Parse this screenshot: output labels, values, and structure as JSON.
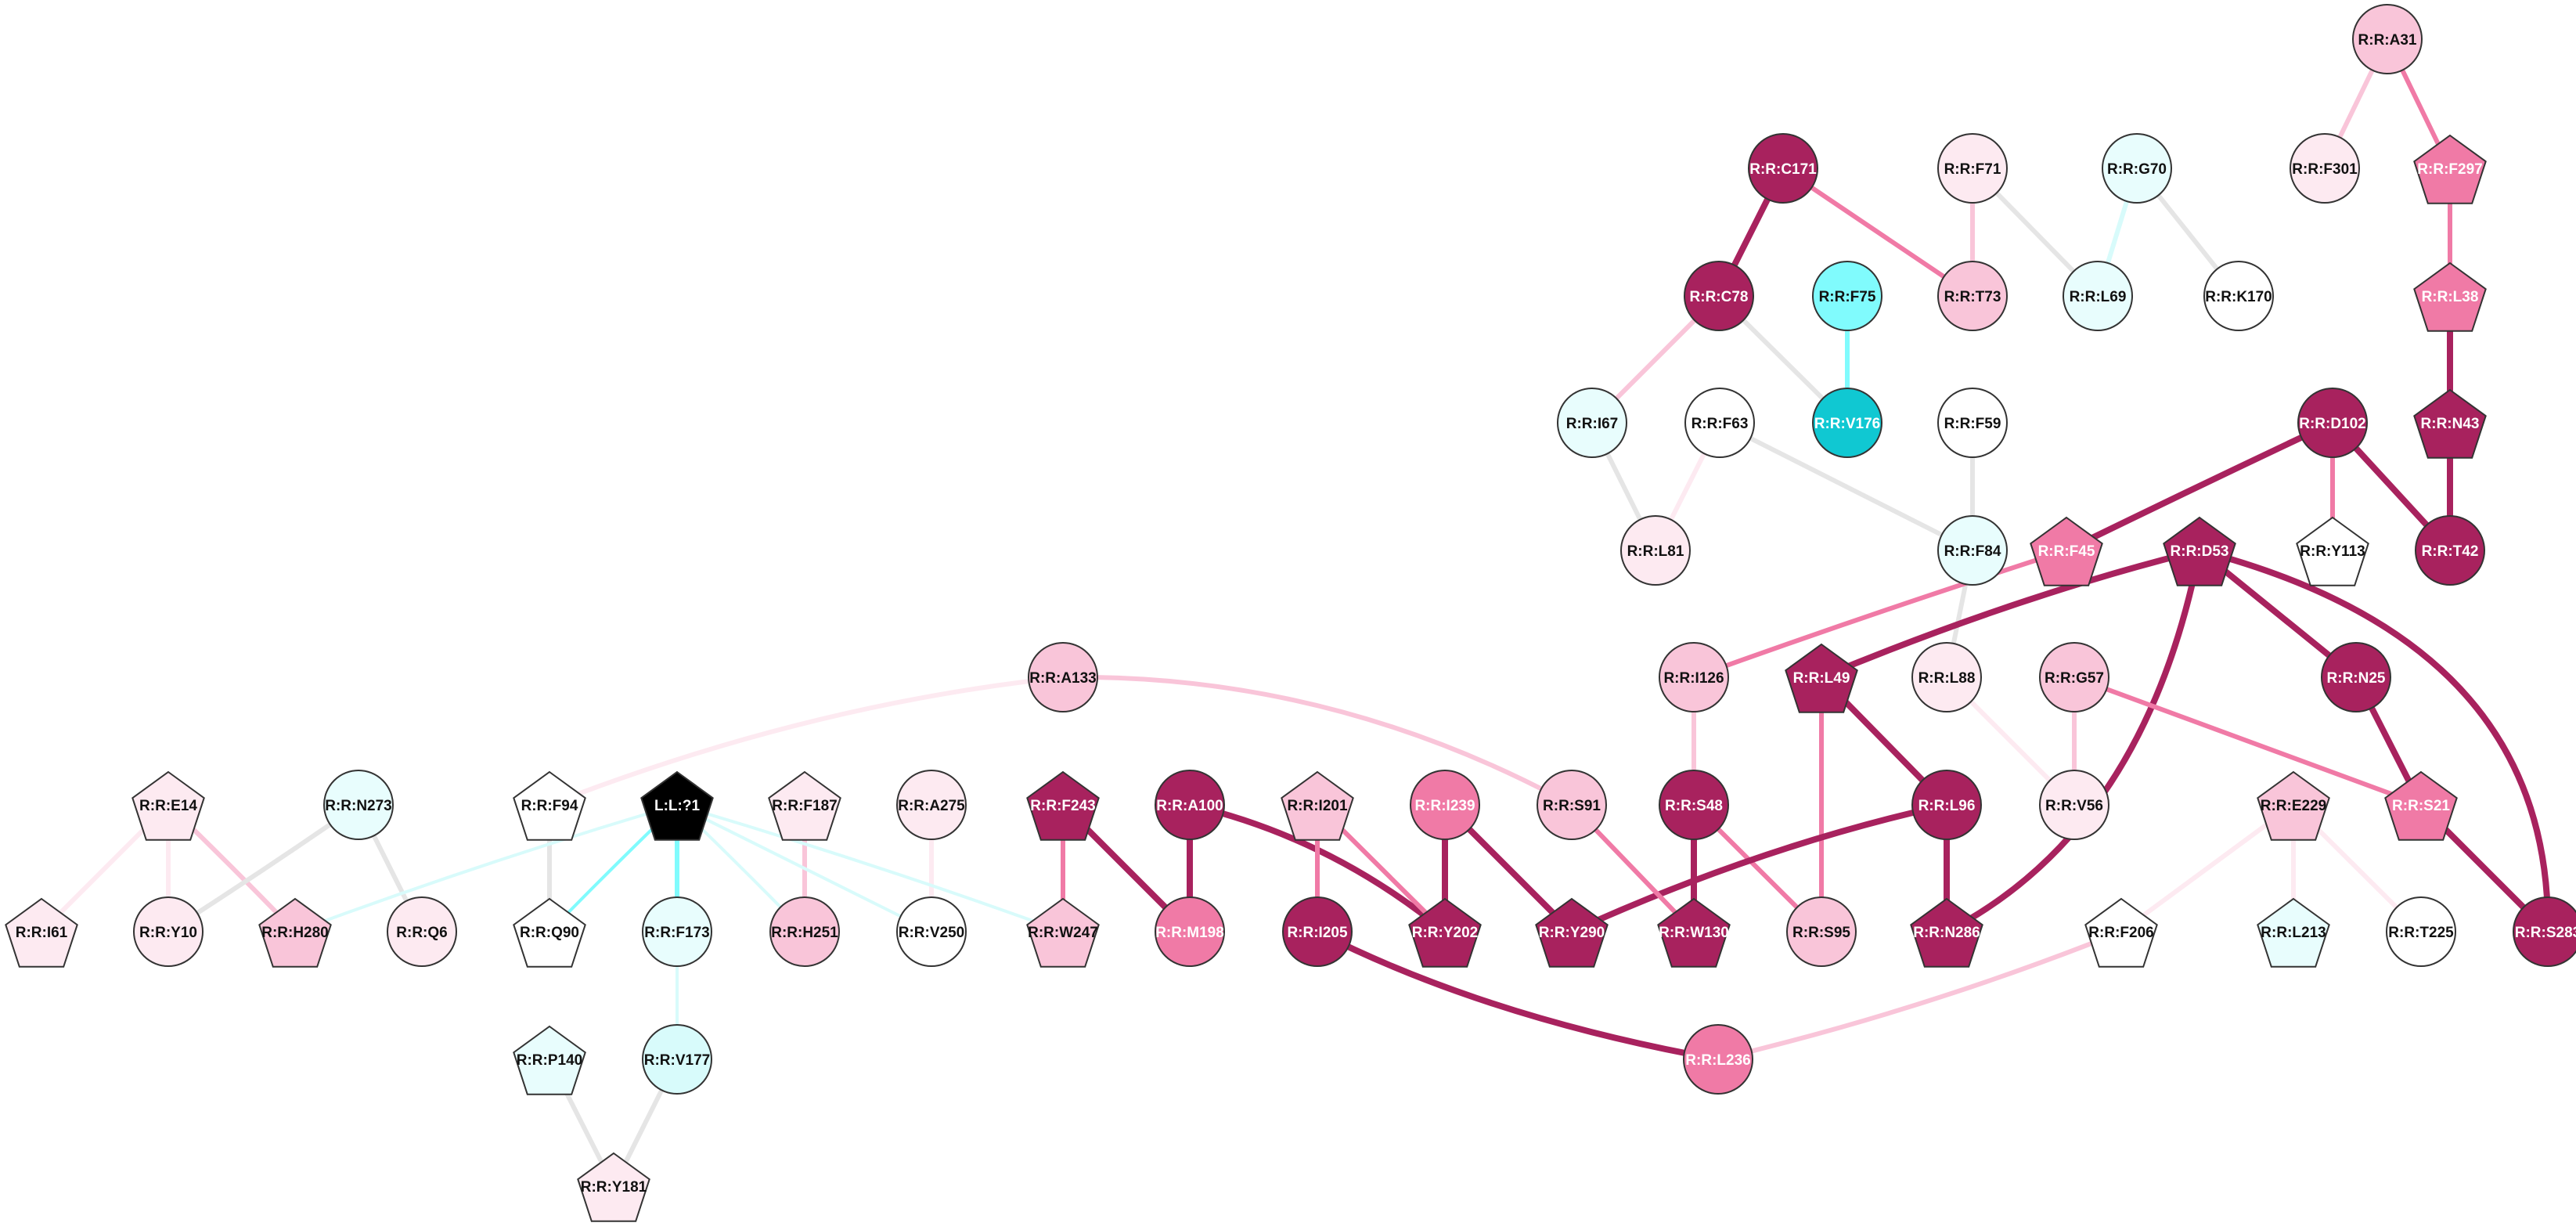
{
  "colors": {
    "dark_magenta": "#a8225e",
    "mid_pink": "#f07aa6",
    "light_pink": "#f9c5d9",
    "pale_pink": "#fdeaf1",
    "white": "#ffffff",
    "pale_cyan": "#e8fdfd",
    "light_cyan": "#d8fbfb",
    "cyan": "#80fbfd",
    "teal": "#10c8d2",
    "ligand": "#000000",
    "edge_gray": "#e5e5e5"
  },
  "nodes": [
    {
      "id": "A31",
      "label": "R:R:A31",
      "shape": "circle",
      "fill": "light_pink"
    },
    {
      "id": "F301",
      "label": "R:R:F301",
      "shape": "circle",
      "fill": "pale_pink"
    },
    {
      "id": "F297",
      "label": "R:R:F297",
      "shape": "pentagon",
      "fill": "mid_pink"
    },
    {
      "id": "L38",
      "label": "R:R:L38",
      "shape": "pentagon",
      "fill": "mid_pink"
    },
    {
      "id": "N43",
      "label": "R:R:N43",
      "shape": "pentagon",
      "fill": "dark_magenta"
    },
    {
      "id": "T42",
      "label": "R:R:T42",
      "shape": "circle",
      "fill": "dark_magenta"
    },
    {
      "id": "D102",
      "label": "R:R:D102",
      "shape": "circle",
      "fill": "dark_magenta"
    },
    {
      "id": "Y113",
      "label": "R:R:Y113",
      "shape": "pentagon",
      "fill": "white"
    },
    {
      "id": "C171",
      "label": "R:R:C171",
      "shape": "circle",
      "fill": "dark_magenta"
    },
    {
      "id": "F71",
      "label": "R:R:F71",
      "shape": "circle",
      "fill": "pale_pink"
    },
    {
      "id": "G70",
      "label": "R:R:G70",
      "shape": "circle",
      "fill": "pale_cyan"
    },
    {
      "id": "C78",
      "label": "R:R:C78",
      "shape": "circle",
      "fill": "dark_magenta"
    },
    {
      "id": "F75",
      "label": "R:R:F75",
      "shape": "circle",
      "fill": "cyan"
    },
    {
      "id": "T73",
      "label": "R:R:T73",
      "shape": "circle",
      "fill": "light_pink"
    },
    {
      "id": "L69",
      "label": "R:R:L69",
      "shape": "circle",
      "fill": "pale_cyan"
    },
    {
      "id": "K170",
      "label": "R:R:K170",
      "shape": "circle",
      "fill": "white"
    },
    {
      "id": "I67",
      "label": "R:R:I67",
      "shape": "circle",
      "fill": "pale_cyan"
    },
    {
      "id": "F63",
      "label": "R:R:F63",
      "shape": "circle",
      "fill": "white"
    },
    {
      "id": "V176",
      "label": "R:R:V176",
      "shape": "circle",
      "fill": "teal"
    },
    {
      "id": "F59",
      "label": "R:R:F59",
      "shape": "circle",
      "fill": "white"
    },
    {
      "id": "L81",
      "label": "R:R:L81",
      "shape": "circle",
      "fill": "pale_pink"
    },
    {
      "id": "F84",
      "label": "R:R:F84",
      "shape": "circle",
      "fill": "pale_cyan"
    },
    {
      "id": "F45",
      "label": "R:R:F45",
      "shape": "pentagon",
      "fill": "mid_pink"
    },
    {
      "id": "D53",
      "label": "R:R:D53",
      "shape": "pentagon",
      "fill": "dark_magenta"
    },
    {
      "id": "A133",
      "label": "R:R:A133",
      "shape": "circle",
      "fill": "light_pink"
    },
    {
      "id": "I126",
      "label": "R:R:I126",
      "shape": "circle",
      "fill": "light_pink"
    },
    {
      "id": "L49",
      "label": "R:R:L49",
      "shape": "pentagon",
      "fill": "dark_magenta"
    },
    {
      "id": "L88",
      "label": "R:R:L88",
      "shape": "circle",
      "fill": "pale_pink"
    },
    {
      "id": "G57",
      "label": "R:R:G57",
      "shape": "circle",
      "fill": "light_pink"
    },
    {
      "id": "N25",
      "label": "R:R:N25",
      "shape": "circle",
      "fill": "dark_magenta"
    },
    {
      "id": "E14",
      "label": "R:R:E14",
      "shape": "pentagon",
      "fill": "pale_pink"
    },
    {
      "id": "N273",
      "label": "R:R:N273",
      "shape": "circle",
      "fill": "pale_cyan"
    },
    {
      "id": "F94",
      "label": "R:R:F94",
      "shape": "pentagon",
      "fill": "white"
    },
    {
      "id": "LIG",
      "label": "L:L:?1",
      "shape": "pentagon",
      "fill": "ligand"
    },
    {
      "id": "F187",
      "label": "R:R:F187",
      "shape": "pentagon",
      "fill": "pale_pink"
    },
    {
      "id": "A275",
      "label": "R:R:A275",
      "shape": "circle",
      "fill": "pale_pink"
    },
    {
      "id": "F243",
      "label": "R:R:F243",
      "shape": "pentagon",
      "fill": "dark_magenta"
    },
    {
      "id": "A100",
      "label": "R:R:A100",
      "shape": "circle",
      "fill": "dark_magenta"
    },
    {
      "id": "I201",
      "label": "R:R:I201",
      "shape": "pentagon",
      "fill": "light_pink"
    },
    {
      "id": "I239",
      "label": "R:R:I239",
      "shape": "circle",
      "fill": "mid_pink"
    },
    {
      "id": "S91",
      "label": "R:R:S91",
      "shape": "circle",
      "fill": "light_pink"
    },
    {
      "id": "S48",
      "label": "R:R:S48",
      "shape": "circle",
      "fill": "dark_magenta"
    },
    {
      "id": "L96",
      "label": "R:R:L96",
      "shape": "circle",
      "fill": "dark_magenta"
    },
    {
      "id": "V56",
      "label": "R:R:V56",
      "shape": "circle",
      "fill": "pale_pink"
    },
    {
      "id": "E229",
      "label": "R:R:E229",
      "shape": "pentagon",
      "fill": "light_pink"
    },
    {
      "id": "S21",
      "label": "R:R:S21",
      "shape": "pentagon",
      "fill": "mid_pink"
    },
    {
      "id": "I61",
      "label": "R:R:I61",
      "shape": "pentagon",
      "fill": "pale_pink"
    },
    {
      "id": "Y10",
      "label": "R:R:Y10",
      "shape": "circle",
      "fill": "pale_pink"
    },
    {
      "id": "H280",
      "label": "R:R:H280",
      "shape": "pentagon",
      "fill": "light_pink"
    },
    {
      "id": "Q6",
      "label": "R:R:Q6",
      "shape": "circle",
      "fill": "pale_pink"
    },
    {
      "id": "Q90",
      "label": "R:R:Q90",
      "shape": "pentagon",
      "fill": "white"
    },
    {
      "id": "F173",
      "label": "R:R:F173",
      "shape": "circle",
      "fill": "pale_cyan"
    },
    {
      "id": "H251",
      "label": "R:R:H251",
      "shape": "circle",
      "fill": "light_pink"
    },
    {
      "id": "V250",
      "label": "R:R:V250",
      "shape": "circle",
      "fill": "white"
    },
    {
      "id": "W247",
      "label": "R:R:W247",
      "shape": "pentagon",
      "fill": "light_pink"
    },
    {
      "id": "M198",
      "label": "R:R:M198",
      "shape": "circle",
      "fill": "mid_pink"
    },
    {
      "id": "I205",
      "label": "R:R:I205",
      "shape": "circle",
      "fill": "dark_magenta"
    },
    {
      "id": "Y202",
      "label": "R:R:Y202",
      "shape": "pentagon",
      "fill": "dark_magenta"
    },
    {
      "id": "Y290",
      "label": "R:R:Y290",
      "shape": "pentagon",
      "fill": "dark_magenta"
    },
    {
      "id": "W130",
      "label": "R:R:W130",
      "shape": "pentagon",
      "fill": "dark_magenta"
    },
    {
      "id": "S95",
      "label": "R:R:S95",
      "shape": "circle",
      "fill": "light_pink"
    },
    {
      "id": "N286",
      "label": "R:R:N286",
      "shape": "pentagon",
      "fill": "dark_magenta"
    },
    {
      "id": "F206",
      "label": "R:R:F206",
      "shape": "pentagon",
      "fill": "white"
    },
    {
      "id": "L213",
      "label": "R:R:L213",
      "shape": "pentagon",
      "fill": "pale_cyan"
    },
    {
      "id": "T225",
      "label": "R:R:T225",
      "shape": "circle",
      "fill": "white"
    },
    {
      "id": "S283",
      "label": "R:R:S283",
      "shape": "circle",
      "fill": "dark_magenta"
    },
    {
      "id": "P140",
      "label": "R:R:P140",
      "shape": "pentagon",
      "fill": "pale_cyan"
    },
    {
      "id": "V177",
      "label": "R:R:V177",
      "shape": "circle",
      "fill": "light_cyan"
    },
    {
      "id": "L236",
      "label": "R:R:L236",
      "shape": "circle",
      "fill": "mid_pink"
    },
    {
      "id": "Y181",
      "label": "R:R:Y181",
      "shape": "pentagon",
      "fill": "pale_pink"
    }
  ],
  "edges": [
    {
      "from": "A31",
      "to": "F301",
      "color": "light_pink",
      "weight": 2
    },
    {
      "from": "A31",
      "to": "F297",
      "color": "mid_pink",
      "weight": 2
    },
    {
      "from": "F297",
      "to": "L38",
      "color": "mid_pink",
      "weight": 2
    },
    {
      "from": "L38",
      "to": "N43",
      "color": "dark_magenta",
      "weight": 3
    },
    {
      "from": "N43",
      "to": "T42",
      "color": "dark_magenta",
      "weight": 3
    },
    {
      "from": "D102",
      "to": "T42",
      "color": "dark_magenta",
      "weight": 3
    },
    {
      "from": "D102",
      "to": "Y113",
      "color": "mid_pink",
      "weight": 2
    },
    {
      "from": "D102",
      "to": "F45",
      "color": "dark_magenta",
      "weight": 3
    },
    {
      "from": "C171",
      "to": "C78",
      "color": "dark_magenta",
      "weight": 3
    },
    {
      "from": "C171",
      "to": "T73",
      "color": "mid_pink",
      "weight": 2
    },
    {
      "from": "F71",
      "to": "T73",
      "color": "light_pink",
      "weight": 2
    },
    {
      "from": "F71",
      "to": "L69",
      "color": "edge_gray",
      "weight": 2
    },
    {
      "from": "G70",
      "to": "L69",
      "color": "light_cyan",
      "weight": 2
    },
    {
      "from": "G70",
      "to": "K170",
      "color": "edge_gray",
      "weight": 2
    },
    {
      "from": "C78",
      "to": "I67",
      "color": "light_pink",
      "weight": 2
    },
    {
      "from": "C78",
      "to": "V176",
      "color": "edge_gray",
      "weight": 2
    },
    {
      "from": "F75",
      "to": "V176",
      "color": "cyan",
      "weight": 2
    },
    {
      "from": "I67",
      "to": "L81",
      "color": "edge_gray",
      "weight": 2
    },
    {
      "from": "F63",
      "to": "L81",
      "color": "pale_pink",
      "weight": 2
    },
    {
      "from": "F63",
      "to": "F84",
      "color": "edge_gray",
      "weight": 2
    },
    {
      "from": "F59",
      "to": "F84",
      "color": "edge_gray",
      "weight": 2
    },
    {
      "from": "F84",
      "to": "L88",
      "color": "edge_gray",
      "weight": 2
    },
    {
      "from": "F45",
      "to": "I126",
      "color": "mid_pink",
      "weight": 2
    },
    {
      "from": "D53",
      "to": "L49",
      "color": "dark_magenta",
      "weight": 3
    },
    {
      "from": "D53",
      "to": "N25",
      "color": "dark_magenta",
      "weight": 3
    },
    {
      "from": "D53",
      "to": "N286",
      "color": "dark_magenta",
      "weight": 3
    },
    {
      "from": "D53",
      "to": "S283",
      "color": "dark_magenta",
      "weight": 3
    },
    {
      "from": "N25",
      "to": "S21",
      "color": "dark_magenta",
      "weight": 3
    },
    {
      "from": "S21",
      "to": "S283",
      "color": "dark_magenta",
      "weight": 3
    },
    {
      "from": "G57",
      "to": "S21",
      "color": "mid_pink",
      "weight": 2
    },
    {
      "from": "G57",
      "to": "V56",
      "color": "light_pink",
      "weight": 2
    },
    {
      "from": "L88",
      "to": "V56",
      "color": "pale_pink",
      "weight": 2
    },
    {
      "from": "I126",
      "to": "S48",
      "color": "light_pink",
      "weight": 2
    },
    {
      "from": "S48",
      "to": "W130",
      "color": "dark_magenta",
      "weight": 3
    },
    {
      "from": "S48",
      "to": "S95",
      "color": "mid_pink",
      "weight": 2
    },
    {
      "from": "L49",
      "to": "L96",
      "color": "dark_magenta",
      "weight": 3
    },
    {
      "from": "L49",
      "to": "S95",
      "color": "mid_pink",
      "weight": 2
    },
    {
      "from": "L96",
      "to": "N286",
      "color": "dark_magenta",
      "weight": 3
    },
    {
      "from": "L96",
      "to": "Y290",
      "color": "dark_magenta",
      "weight": 3
    },
    {
      "from": "A133",
      "to": "F94",
      "color": "pale_pink",
      "weight": 2
    },
    {
      "from": "A133",
      "to": "S91",
      "color": "light_pink",
      "weight": 2
    },
    {
      "from": "S91",
      "to": "W130",
      "color": "mid_pink",
      "weight": 2
    },
    {
      "from": "I239",
      "to": "Y202",
      "color": "dark_magenta",
      "weight": 3
    },
    {
      "from": "I239",
      "to": "Y290",
      "color": "dark_magenta",
      "weight": 3
    },
    {
      "from": "A100",
      "to": "M198",
      "color": "dark_magenta",
      "weight": 3
    },
    {
      "from": "A100",
      "to": "Y202",
      "color": "dark_magenta",
      "weight": 3
    },
    {
      "from": "I201",
      "to": "I205",
      "color": "mid_pink",
      "weight": 2
    },
    {
      "from": "I201",
      "to": "Y202",
      "color": "mid_pink",
      "weight": 2
    },
    {
      "from": "I205",
      "to": "L236",
      "color": "dark_magenta",
      "weight": 3
    },
    {
      "from": "F206",
      "to": "L236",
      "color": "light_pink",
      "weight": 2
    },
    {
      "from": "E229",
      "to": "F206",
      "color": "pale_pink",
      "weight": 2
    },
    {
      "from": "E229",
      "to": "L213",
      "color": "pale_pink",
      "weight": 2
    },
    {
      "from": "E229",
      "to": "T225",
      "color": "pale_pink",
      "weight": 2
    },
    {
      "from": "F243",
      "to": "W247",
      "color": "mid_pink",
      "weight": 2
    },
    {
      "from": "F243",
      "to": "M198",
      "color": "dark_magenta",
      "weight": 3
    },
    {
      "from": "F187",
      "to": "H251",
      "color": "light_pink",
      "weight": 2
    },
    {
      "from": "A275",
      "to": "V250",
      "color": "pale_pink",
      "weight": 2
    },
    {
      "from": "E14",
      "to": "I61",
      "color": "pale_pink",
      "weight": 2
    },
    {
      "from": "E14",
      "to": "Y10",
      "color": "pale_pink",
      "weight": 2
    },
    {
      "from": "E14",
      "to": "H280",
      "color": "light_pink",
      "weight": 2
    },
    {
      "from": "N273",
      "to": "Y10",
      "color": "edge_gray",
      "weight": 2
    },
    {
      "from": "N273",
      "to": "Q6",
      "color": "edge_gray",
      "weight": 2
    },
    {
      "from": "F94",
      "to": "Q90",
      "color": "edge_gray",
      "weight": 2
    },
    {
      "from": "LIG",
      "to": "Q90",
      "color": "cyan",
      "weight": 1
    },
    {
      "from": "LIG",
      "to": "F173",
      "color": "cyan",
      "weight": 2
    },
    {
      "from": "LIG",
      "to": "H280",
      "color": "light_cyan",
      "weight": 1
    },
    {
      "from": "LIG",
      "to": "H251",
      "color": "light_cyan",
      "weight": 1
    },
    {
      "from": "LIG",
      "to": "V250",
      "color": "light_cyan",
      "weight": 1
    },
    {
      "from": "LIG",
      "to": "W247",
      "color": "light_cyan",
      "weight": 1
    },
    {
      "from": "F173",
      "to": "V177",
      "color": "light_cyan",
      "weight": 1
    },
    {
      "from": "P140",
      "to": "Y181",
      "color": "edge_gray",
      "weight": 2
    },
    {
      "from": "V177",
      "to": "Y181",
      "color": "edge_gray",
      "weight": 2
    }
  ]
}
